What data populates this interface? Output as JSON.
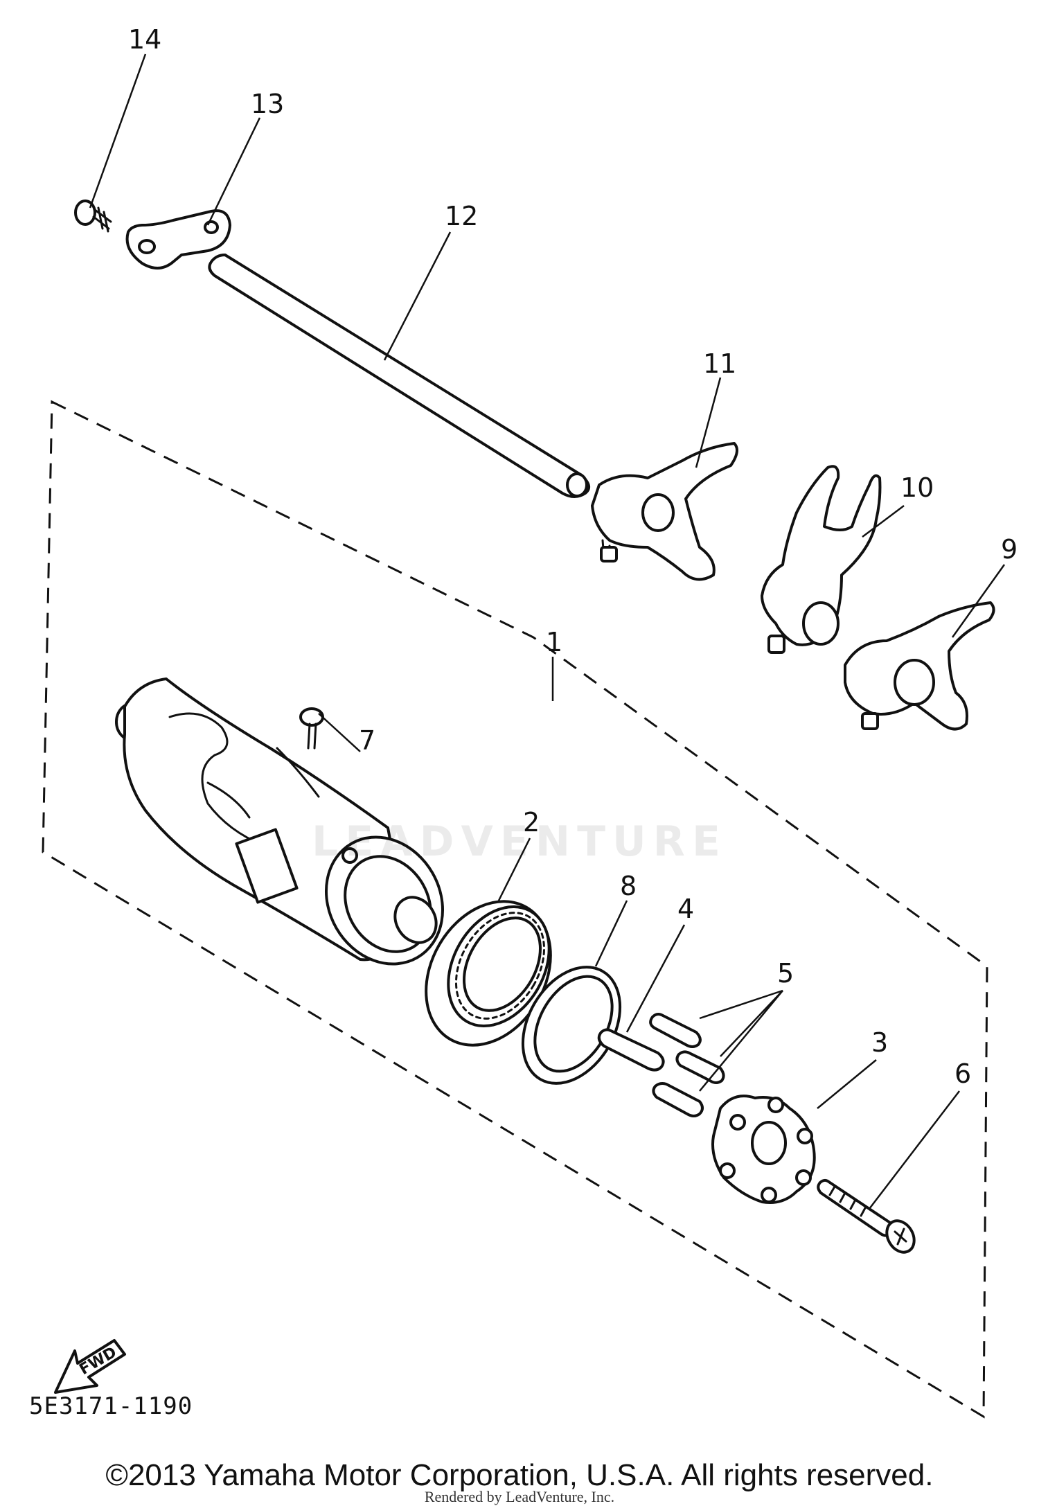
{
  "diagram": {
    "catalog_code": "5E3171-1190",
    "copyright": "©2013 Yamaha Motor Corporation, U.S.A. All rights reserved.",
    "rendered_by": "Rendered by LeadVenture, Inc.",
    "watermark": "LEADVENTURE",
    "fwd_label": "FWD",
    "callouts": [
      "1",
      "2",
      "3",
      "4",
      "5",
      "6",
      "7",
      "8",
      "9",
      "10",
      "11",
      "12",
      "13",
      "14"
    ]
  }
}
